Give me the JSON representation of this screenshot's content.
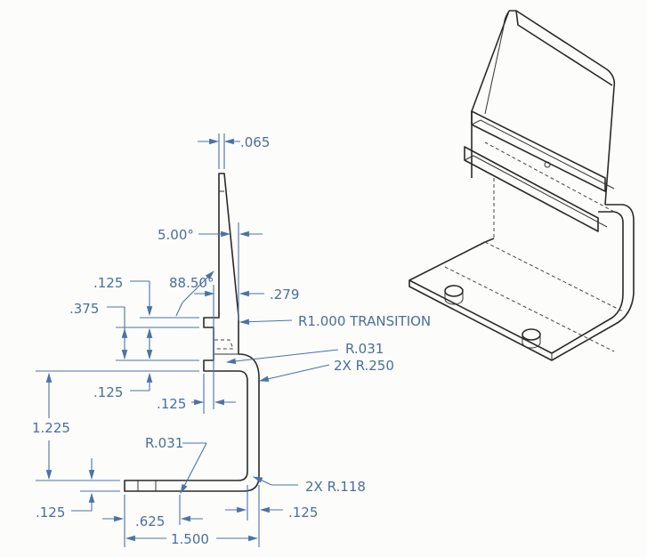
{
  "drawing": {
    "profile_view": {
      "dimensions": {
        "tip_thickness": ".065",
        "taper_angle": "5.00°",
        "notch_depth_top": ".125",
        "notch_angle": "88.50°",
        "base_thickness": ".279",
        "notch_spacing": ".375",
        "transition_radius": "R1.000 TRANSITION",
        "inner_radius_top": "R.031",
        "bend_radius_upper": "2X R.250",
        "notch_depth_bottom": ".125",
        "notch_width": ".125",
        "height": "1.225",
        "inner_radius_bottom": "R.031",
        "bend_radius_lower": "2X R.118",
        "foot_thickness": ".125",
        "hole_offset": ".625",
        "wall_thickness": ".125",
        "overall_width": "1.500"
      }
    },
    "colors": {
      "dimension": "#4a73a6",
      "part_line": "#2a2a2a"
    }
  }
}
